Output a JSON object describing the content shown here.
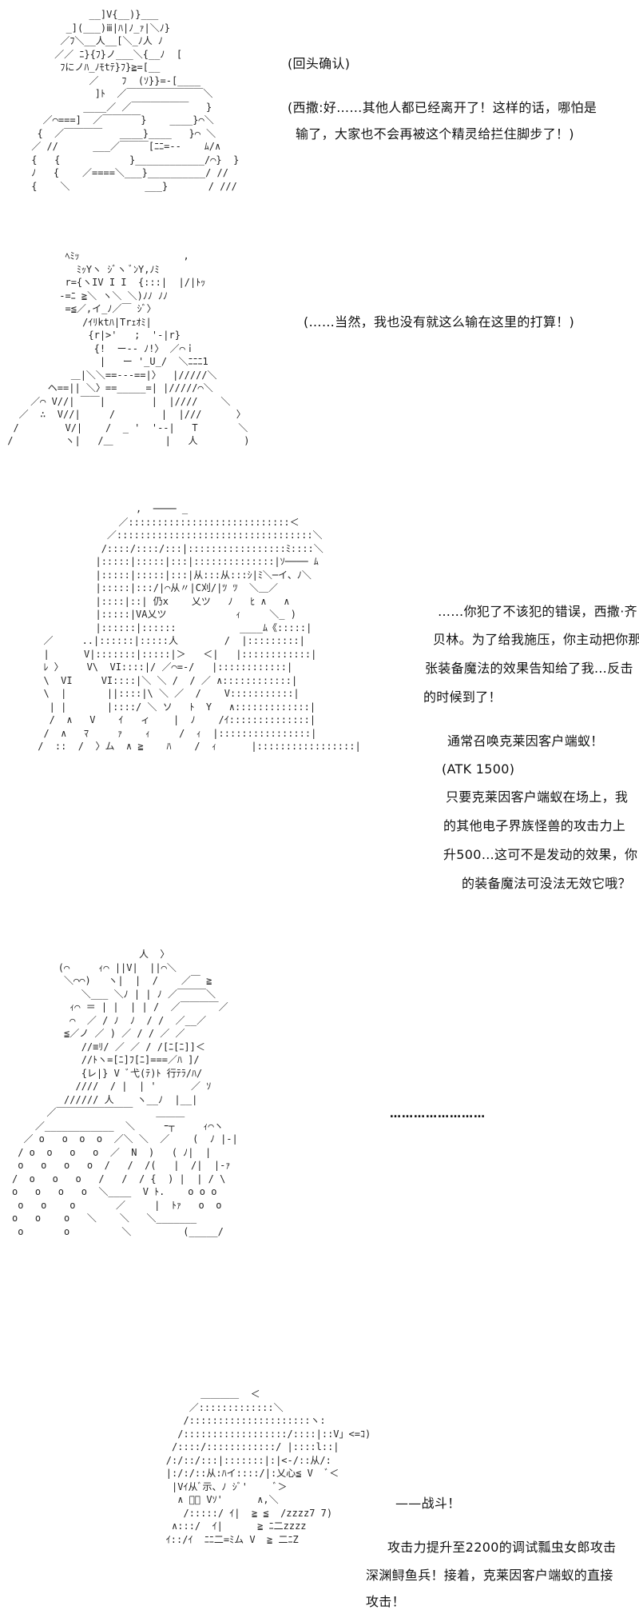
{
  "panel1": {
    "caption": "(回头确认)",
    "line1": "(西撒:好……其他人都已经离开了！这样的话，哪怕是",
    "line2": "输了，大家也不会再被这个精灵给拦住脚步了！)",
    "art": "           __]V{__)}___\n       _](___)ⅲ|ﾊ|ﾉ_ｧ|＼ﾉ}\n      ／ﾌ＼__人__[＼_ﾉ人 ﾉ\n     ／／ ﾆ}{ﾌ}ノ___＼{__ﾉ  [\n      ﾌにノﾊ_ﾉﾓtﾃ}ﾌ}≧=[__\n           ／    ﾌ  (ｿ}}=-[____\n            ]ﾄ  ／￣￣￣￣￣￣￣￣＼\n          ____／ ／￣￣￣￣￣￣   }\n   ／⌒===]  ／￣￣￣￣}    ____}⌒＼\n  {  ／￣￣￣￣   ____}____   }⌒ ＼\n ／ //      ___／￣￣￣[ﾆﾆ=--    ﾑ/∧\n {   {            }____________/⌒}  }\n ﾉ   {    ／====＼___}__________/ //\n {    ＼             ___}       / ///"
  },
  "panel2": {
    "caption": "(……当然，我也没有就这么输在这里的打算！)",
    "art": "           ﾍﾐｯ                  ,\n             ﾐｯYヽ ｼﾞヽ ﾞﾝY,ﾉﾐ\n           r={ヽIV I I  {:::|  |/|ﾄｯ\n          -=ﾆ ≧＼ ヽ＼ ＼)ﾉﾉ ﾉﾉ\n           =≦／,イ_ﾉ／￣ ｼﾞ〉\n              /ｲﾘktﾊ|Trｪｵﾐ|\n               {r|>'   ;  '-|r}\n                {!  ー-- ﾉ!〉 ／⌒ｉ\n                 |   ー '_U_/  ＼ﾆﾆﾆ1\n            ＿|＼＼==‐‐‐==|〉  |/////＼\n        ヘ==|| ＼〉==_____=| |/////⌒＼\n     ／⌒ V//| ￣￣|        |  |////    ＼\n   ／  ∴  V//|     /        |  |///      〉\n  /        V/|    /  _ '  '--|   T       ＼\n /         ヽ|   /＿         |   人        )"
  },
  "panel3": {
    "line1": "……你犯了不该犯的错误，西撒·齐",
    "line2": "贝林。为了给我施压，你主动把你那",
    "line3": "张装备魔法的效果告知给了我…反击",
    "line4": "的时候到了！",
    "art": "                  ,  ──── _\n               ／::::::::::::::::::::::::::::＜\n             ／::::::::::::::::::::::::::::::::::＼\n            /::::/::::/:::|:::::::::::::::::ﾐ::::＼\n           |:::::|:::::|:::|::::::::::::::|ｿ──── ﾑ\n           |:::::|:::::|:::|从:::从:::ｼ|ﾐ＼─イ、ﾉ＼\n           |:::::|:::/|⌒从〃|C刈/|ﾂ ﾂ  ＼＿／\n           |::::|::| 仍x    乂ツ   ﾉ   ﾋ ∧   ∧\n           |:::::|VA乂ツ            ｨ     ＼_ )\n           |::::::|::::::           ____ﾑ《:::::|\n  ／     ..|::::::|:::::人        /  |:::::::::|\n  |      V|:::::::|:::::|＞   ＜|   |::::::::::::|\n  ﾚ 〉    V\\  VI::::|/ ／⌒=-/   |::::::::::::|\n  \\  VI     VI::::|＼ ＼ /  / ／ ∧::::::::::::|\n  \\  |       ||::::|\\ ＼ ／  /    V:::::::::::|\n   | |       |::::/ ＼ ソ   ﾄ  Y   ∧:::::::::::::|\n   /  ∧   V    ｲ   ィ    |  ﾉ    /ｲ::::::::::::::|\n  /  ∧   ﾏ     ｧ    ｨ     /  ｨ  |::::::::::::::::|\n /  ::  /  〉ム  ∧ ≧    ﾊ    /  ｨ      |:::::::::::::::::|"
  },
  "panel4": {
    "line1": "通常召唤克莱因客户端蚁！",
    "line2": "(ATK 1500)",
    "line3": "只要克莱因客户端蚁在场上，我",
    "line4": "的其他电子界族怪兽的攻击力上",
    "line5": "升500…这可不是发动的效果，你",
    "line6": "的装备魔法可没法无效它哦？"
  },
  "panel5": {
    "dots": "……………………",
    "art": "                      人  〉\n        (⌒     ｨ⌒ ||V|  ||⌒＼\n         ＼⌒⌒)   ヽ|  |  /    ／￣ ≧\n            ＼___ ＼ﾉ | | ﾉ ／￣￣￣＼\n          ｨ⌒ ＝ | |  | | /  ／￣￣￣￣／\n          ⌒  ／ / ﾉ  ﾉ  / /  ／__／\n         ≦／ノ ／ ) ／ / / ／ ／\n            //≡ﾘ/ ／ ／ / /[ﾆ[ﾆ]]＜\n            //ﾄヽ=[ﾆ]ﾌ[ﾆ]===／ﾊ ]/\n            {レ|} V ﾞ弋(ﾃ)ﾄ 行ﾃﾗ/ﾊ/\n           ////  / |  | '      ／ ｿ\n         ////// 人    ヽ__ﾉ  |__|\n      ／￣￣￣￣￣￣￣￣    ＿＿＿\n    ／____________  ＼     ｰ┬     ｨ⌒ヽ\n  ／ o   o  o  o  ／＼ ＼  ／    (  ﾉ |-|\n / o  o   o   o  ／  N  )   ( ﾉ|  |\n o   o   o   o  /   /  /(   |  /|  |-ｧ\n/  o   o   o   /   /  / {  ) |  | / \\\no   o   o   o  ＼____  V ﾄ.    o o o\n o   o    o       ／     |  ﾄｧ   o  o\no   o    o   ＼    ＼   ＼_______\n o       o         ＼         (_____/"
  },
  "panel6": {
    "line1": "——战斗！",
    "line2": "攻击力提升至2200的调试瓢虫女郎攻击",
    "line3": "深渊鲟鱼兵！接着，克莱因客户端蚁的直接",
    "line4": "攻击！",
    "art": "              ＿＿＿＿  ＜\n            ／:::::::::::::＼\n           /:::::::::::::::::::::ヽ:\n          /::::::::::::::::::/::::|::V」<=ｺ)\n         /::::/::::::::::::/ |::::l::|\n        /:/::/:::|:::::::|:|<-/::从/:\n        |:/:/::从:ﾊイ::::/|:乂心≦ V  ﾞ＜\n         |Vｲ从ﾞ示、ﾉ ｼﾞ'     ﾞ＞\n          ∧ ﾞ《 Vｿ'      ∧,＼\n           /:::::/ ｲ|  ≧ ≦  /zzzz7 7)\n         ∧:::/  ｲ|      ≧ ﾆ二zzzz\n        ｲ::/ｲ  ﾆﾆ二=ﾐム V  ≧ 二ﾆZ"
  }
}
